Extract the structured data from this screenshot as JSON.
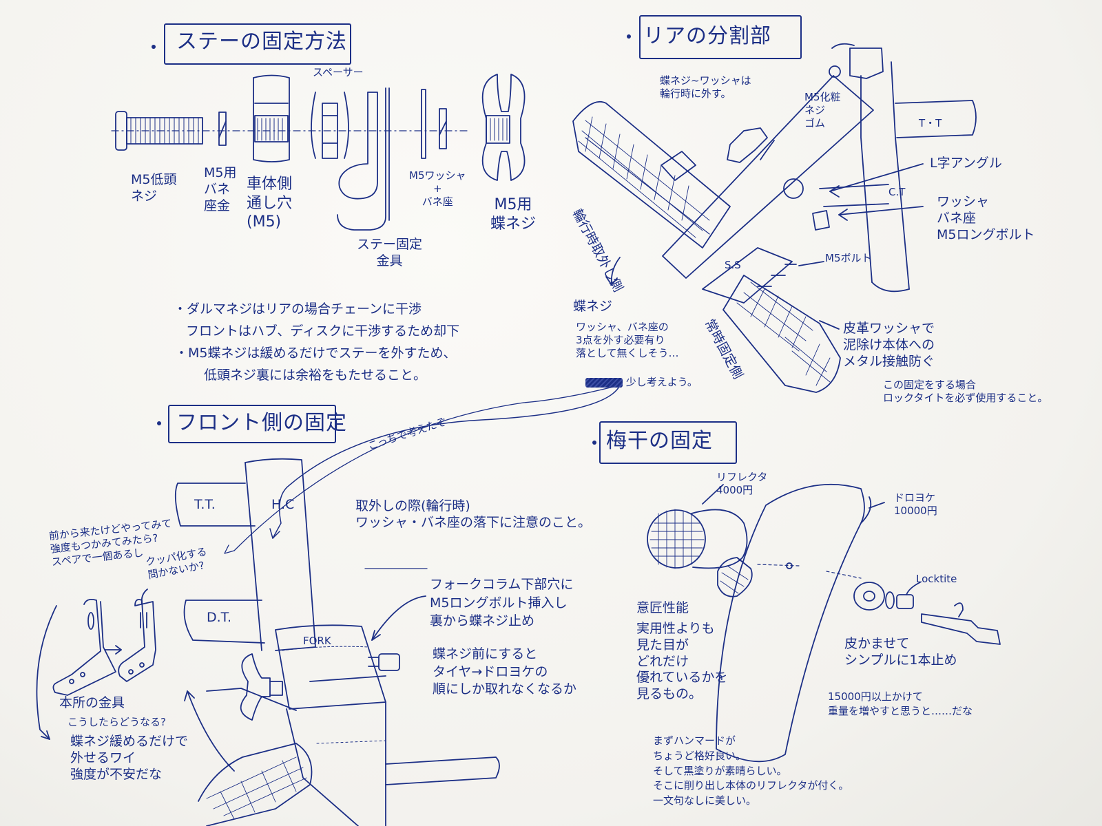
{
  "sec1": {
    "title": "ステーの固定方法",
    "spacer": "スペーサー",
    "bolt": "M5低頭\nネジ",
    "spring_washer": "M5用\nバネ\n座金",
    "frame_hole": "車体側\n通し穴\n(M5)",
    "stay_bracket": "ステー固定\n金具",
    "washer_spring": "M5ワッシャ\n+\nバネ座",
    "wing_nut": "M5用\n蝶ネジ",
    "notes": [
      "・ダルマネジはリアの場合チェーンに干渉",
      "フロントはハブ、ディスクに干渉するため却下",
      "・M5蝶ネジは緩めるだけでステーを外すため、",
      "低頭ネジ裏には余裕をもたせること。"
    ]
  },
  "sec2": {
    "title": "リアの分割部",
    "wing_note": "蝶ネジ~ワッシャは\n輪行時に外す。",
    "m5_bolt_label": "M5化粧\nネジ\nゴム",
    "tt": "T・T",
    "ct": "C.T",
    "angle": "L字アングル",
    "washer_label": "ワッシャ\nバネ座\nM5ロングボルト",
    "m5_bolt": "M5ボルト",
    "ss": "S.S",
    "rinko_side": "輪行時取外し側",
    "fixed_side": "常時固定側",
    "leather_washer": "皮革ワッシャで\n泥除け本体への\nメタル接触防ぐ",
    "loctite_note": "この固定をする場合\nロックタイトを必ず使用すること。",
    "wing_label": "蝶ネジ",
    "wing_remove_note": "ワッシャ、バネ座の\n3点を外す必要有り\n落として無くしそう…",
    "think_more": "少し考えよう。"
  },
  "sec3": {
    "title": "フロント側の固定",
    "thought": "こっちで考えたぞ",
    "tt": "T.T.",
    "hc": "H.C",
    "dt": "D.T.",
    "fork": "FORK",
    "removal_note": "取外しの際(輪行時)\nワッシャ・バネ座の落下に注意のこと。",
    "column_note": "フォークコラム下部穴に\nM5ロングボルト挿入し\n裏から蝶ネジ止め",
    "order_note": "蝶ネジ前にすると\nタイヤ→ドロヨケの\n順にしか取れなくなるか",
    "try_note": "前から来たけどやってみて\n強度もつかみてみたら?\nスペアで一個あるし",
    "kupar_note": "クッパ化する\n問かないか?",
    "original": "本所の金具",
    "what_if": "こうしたらどうなる?",
    "loosen_note": "蝶ネジ緩めるだけで\n外せるワイ\n強度が不安だな"
  },
  "sec4": {
    "title": "梅干の固定",
    "reflector": "リフレクタ\n4000円",
    "mudguard": "ドロヨケ\n10000円",
    "locktite": "Locktite",
    "design": "意匠性能",
    "design_note": "実用性よりも\n見た目が\nどれだけ\n優れているかを\n見るもの。",
    "leather": "皮かませて\nシンプルに1本止め",
    "cost_note": "15000円以上かけて\n重量を増やすと思うと……だな",
    "hammered": "まずハンマードが\nちょうど格好良い。\nそして黒塗りが素晴らしい。\nそこに削り出し本体のリフレクタが付く。\n一文句なしに美しい。"
  }
}
